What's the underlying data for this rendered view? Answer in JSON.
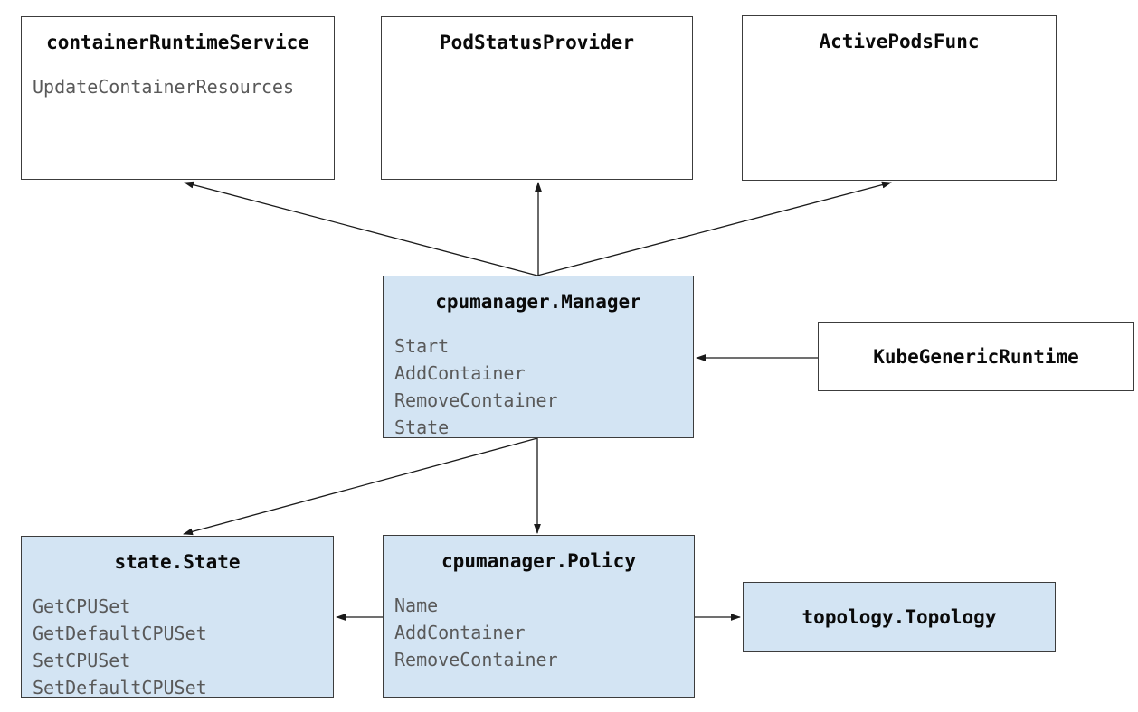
{
  "diagram": {
    "colors": {
      "node_fill_blue": "#d3e4f3",
      "node_fill_white": "#ffffff",
      "node_border": "#3c3c3c",
      "edge_line": "#1a1a1a",
      "title_text": "#0a0a0a",
      "method_text": "#595959",
      "background": "#ffffff"
    },
    "nodes": {
      "container_runtime_service": {
        "title": "containerRuntimeService",
        "methods": [
          "UpdateContainerResources"
        ]
      },
      "pod_status_provider": {
        "title": "PodStatusProvider",
        "methods": []
      },
      "active_pods_func": {
        "title": "ActivePodsFunc",
        "methods": []
      },
      "cpumanager_manager": {
        "title": "cpumanager.Manager",
        "methods": [
          "Start",
          "AddContainer",
          "RemoveContainer",
          "State"
        ]
      },
      "kube_generic_runtime": {
        "title": "KubeGenericRuntime",
        "methods": []
      },
      "state_state": {
        "title": "state.State",
        "methods": [
          "GetCPUSet",
          "GetDefaultCPUSet",
          "SetCPUSet",
          "SetDefaultCPUSet"
        ]
      },
      "cpumanager_policy": {
        "title": "cpumanager.Policy",
        "methods": [
          "Name",
          "AddContainer",
          "RemoveContainer"
        ]
      },
      "topology_topology": {
        "title": "topology.Topology",
        "methods": []
      }
    },
    "edges": [
      {
        "from": "cpumanager.Manager",
        "to": "containerRuntimeService"
      },
      {
        "from": "cpumanager.Manager",
        "to": "PodStatusProvider"
      },
      {
        "from": "cpumanager.Manager",
        "to": "ActivePodsFunc"
      },
      {
        "from": "KubeGenericRuntime",
        "to": "cpumanager.Manager"
      },
      {
        "from": "cpumanager.Manager",
        "to": "cpumanager.Policy"
      },
      {
        "from": "cpumanager.Manager",
        "to": "state.State"
      },
      {
        "from": "cpumanager.Policy",
        "to": "state.State"
      },
      {
        "from": "cpumanager.Policy",
        "to": "topology.Topology"
      }
    ]
  }
}
